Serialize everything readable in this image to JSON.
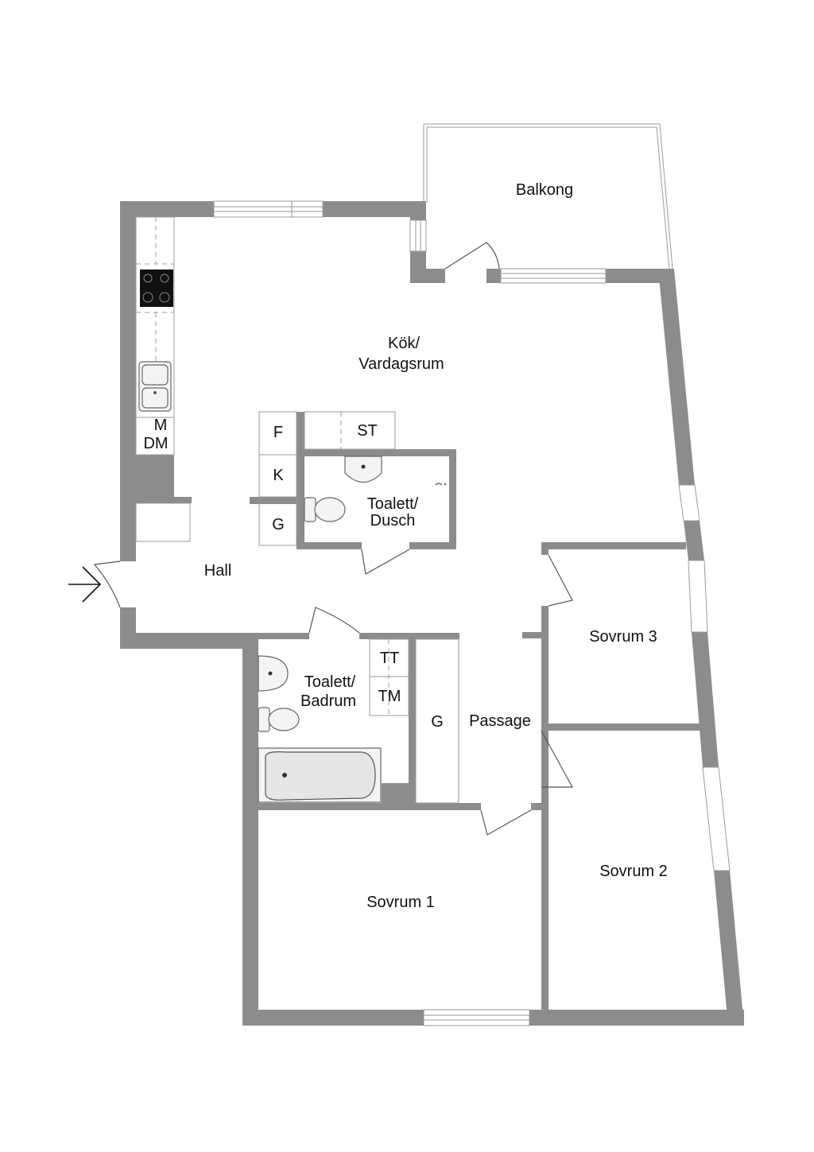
{
  "plan": {
    "rooms": {
      "balkong": "Balkong",
      "kok_line1": "Kök/",
      "kok_line2": "Vardagsrum",
      "hall": "Hall",
      "toalett_dusch_line1": "Toalett/",
      "toalett_dusch_line2": "Dusch",
      "toalett_badrum_line1": "Toalett/",
      "toalett_badrum_line2": "Badrum",
      "passage": "Passage",
      "sovrum1": "Sovrum 1",
      "sovrum2": "Sovrum 2",
      "sovrum3": "Sovrum 3"
    },
    "storage": {
      "f": "F",
      "k": "K",
      "g_upper": "G",
      "st": "ST",
      "m": "M",
      "dm": "DM",
      "tt": "TT",
      "tm": "TM",
      "g_passage": "G"
    },
    "colors": {
      "wall": "#8c8c8c",
      "background": "#ffffff"
    }
  }
}
